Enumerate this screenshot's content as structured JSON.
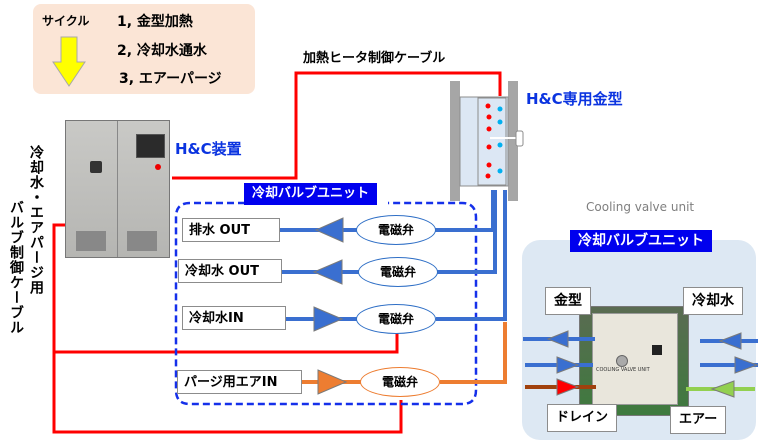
{
  "cycle": {
    "title": "サイクル",
    "steps": [
      "1, 金型加熱",
      "2, 冷却水通水",
      "3, エアーパージ"
    ],
    "arrow_icon": "down-arrow-icon",
    "arrow_color": "#ffff00"
  },
  "labels": {
    "heater_cable": "加熱ヒータ制御ケーブル",
    "mold": "H&C専用金型",
    "device": "H&C装置",
    "valve_cable_col1": "冷却水・エアパージ用",
    "valve_cable_col2": "バルブ制御ケーブル",
    "cooling_valve_unit_en": "Cooling valve unit"
  },
  "valve_unit": {
    "title": "冷却バルブユニット",
    "valve_label": "電磁弁",
    "rows": [
      {
        "label": "排水  OUT",
        "direction": "out",
        "medium": "water"
      },
      {
        "label": "冷却水 OUT",
        "direction": "out",
        "medium": "water"
      },
      {
        "label": "冷却水IN",
        "direction": "in",
        "medium": "water"
      },
      {
        "label": "パージ用エアIN",
        "direction": "in",
        "medium": "air"
      }
    ]
  },
  "photo_panel": {
    "title": "冷却バルブユニット",
    "mold_label": "金型",
    "coolant_label": "冷却水",
    "drain_label": "ドレイン",
    "air_label": "エアー",
    "device_caption": "COOLING VALVE UNIT"
  },
  "colors": {
    "cable_red": "#ff0000",
    "water_blue": "#3a6fd0",
    "air_orange": "#ed7d31",
    "header_blue": "#0000ee",
    "title_blue": "#0b34e0",
    "drain_brown": "#a0410d",
    "air_green": "#92d050"
  }
}
